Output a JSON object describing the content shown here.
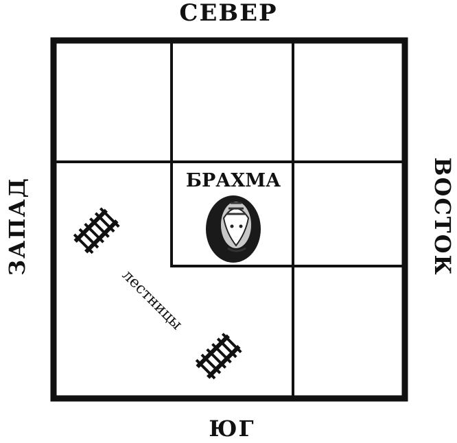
{
  "directions": {
    "north": "СЕВЕР",
    "south": "ЮГ",
    "west": "ЗАПАД",
    "east": "ВОСТОК"
  },
  "center": {
    "label": "БРАХМА"
  },
  "stairs": {
    "label": "лестницы"
  },
  "colors": {
    "ink": "#111111",
    "background": "#ffffff"
  }
}
